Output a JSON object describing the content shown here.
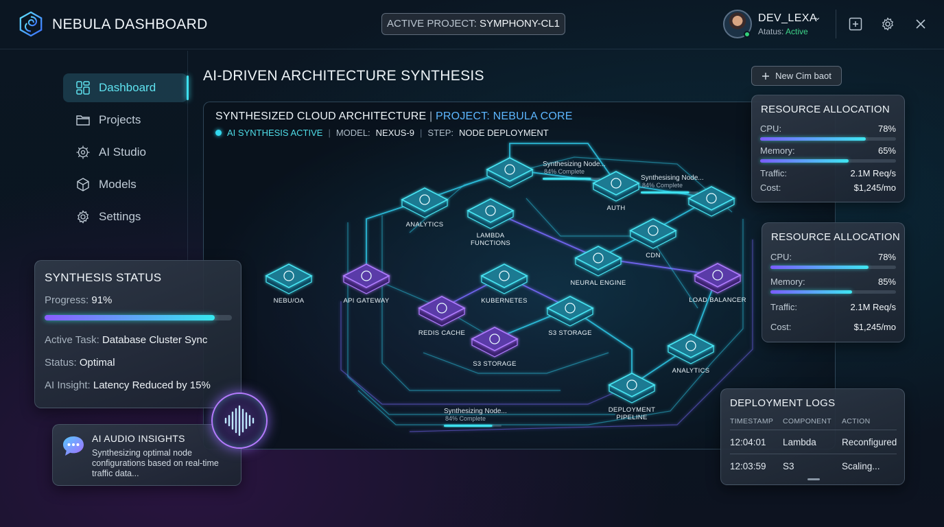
{
  "header": {
    "app_title": "NEBULA DASHBOARD",
    "project_prefix": "ACTIVE PROJECT:",
    "project_name": "SYMPHONY-CL1",
    "user": {
      "name": "DEV_LEXA",
      "status_prefix": "Atatus:",
      "status_value": "Active"
    }
  },
  "sidebar": {
    "items": [
      {
        "label": "Dashboard",
        "icon": "dashboard-icon",
        "active": true
      },
      {
        "label": "Projects",
        "icon": "folder-icon",
        "active": false
      },
      {
        "label": "AI Studio",
        "icon": "cog-chip-icon",
        "active": false
      },
      {
        "label": "Models",
        "icon": "cube-icon",
        "active": false
      },
      {
        "label": "Settings",
        "icon": "gear-icon",
        "active": false
      }
    ]
  },
  "main": {
    "title": "AI-DRIVEN ARCHITECTURE SYNTHESIS",
    "new_button": "New Cim baot"
  },
  "canvas": {
    "heading": "SYNTHESIZED CLOUD ARCHITECTURE",
    "project": "PROJECT: NEBULA CORE",
    "status": "AI SYNTHESIS ACTIVE",
    "model_prefix": "MODEL:",
    "model": "NEXUS-9",
    "step_prefix": "STEP:",
    "step": "NODE DEPLOYMENT",
    "nodes": [
      {
        "id": "nebuoa",
        "label": "NEBU/OA",
        "kind": "cyan"
      },
      {
        "id": "api",
        "label": "API GATEWAY",
        "kind": "purple"
      },
      {
        "id": "analytics1",
        "label": "ANALYTICS",
        "kind": "cyan"
      },
      {
        "id": "top",
        "label": "",
        "kind": "cyan"
      },
      {
        "id": "lambda",
        "label": "LAMBDA FUNCTIONS",
        "kind": "cyan"
      },
      {
        "id": "auth",
        "label": "AUTH",
        "kind": "cyan"
      },
      {
        "id": "db",
        "label": "",
        "kind": "cyan"
      },
      {
        "id": "cdn",
        "label": "CDN",
        "kind": "cyan"
      },
      {
        "id": "kube",
        "label": "KUBERNETES",
        "kind": "cyan"
      },
      {
        "id": "neural",
        "label": "NEURAL ENGINE",
        "kind": "cyan"
      },
      {
        "id": "lb",
        "label": "LOAD BALANCER",
        "kind": "purple"
      },
      {
        "id": "redis",
        "label": "REDIS CACHE",
        "kind": "purple"
      },
      {
        "id": "s3a",
        "label": "S3 STORAGE",
        "kind": "cyan"
      },
      {
        "id": "s3b",
        "label": "S3 STORAGE",
        "kind": "purple"
      },
      {
        "id": "analytics2",
        "label": "ANALYTICS",
        "kind": "cyan"
      },
      {
        "id": "deploy",
        "label": "DEPLOYMENT PIPELINE",
        "kind": "cyan"
      }
    ],
    "progress_tags": [
      {
        "title": "Synthesizing Node...",
        "sub": "84% Complete",
        "fill": 0.84
      },
      {
        "title": "Synthesising Node...",
        "sub": "84% Complete",
        "fill": 0.84
      },
      {
        "title": "Synthesizing Node...",
        "sub": "84% Complete",
        "fill": 0.84
      }
    ]
  },
  "resource_panels": [
    {
      "title": "RESOURCE ALLOCATION",
      "cpu_label": "CPU:",
      "cpu_value": "78%",
      "cpu_fill": 0.78,
      "memory_label": "Memory:",
      "memory_value": "65%",
      "memory_fill": 0.65,
      "traffic_label": "Traffic:",
      "traffic_value": "2.1M Req/s",
      "cost_label": "Cost:",
      "cost_value": "$1,245/mo"
    },
    {
      "title": "RESOURCE ALLOCATION",
      "cpu_label": "CPU:",
      "cpu_value": "78%",
      "cpu_fill": 0.78,
      "memory_label": "Memory:",
      "memory_value": "85%",
      "memory_fill": 0.65,
      "traffic_label": "Traffic:",
      "traffic_value": "2.1M Req/s",
      "cost_label": "Cost:",
      "cost_value": "$1,245/mo"
    }
  ],
  "synthesis": {
    "title": "SYNTHESIS STATUS",
    "progress_label": "Progress:",
    "progress_value": "91%",
    "progress_fill": 0.91,
    "task_label": "Active Task:",
    "task_value": "Database Cluster Sync",
    "status_label": "Status:",
    "status_value": "Optimal",
    "insight_label": "AI Insight:",
    "insight_value": "Latency Reduced by 15%"
  },
  "audio": {
    "title": "AI AUDIO INSIGHTS",
    "text": "Synthesizing optimal node configurations based on real-time traffic data..."
  },
  "logs": {
    "title": "DEPLOYMENT LOGS",
    "columns": [
      "TIMESTAMP",
      "COMPONENT",
      "ACTION"
    ],
    "rows": [
      [
        "12:04:01",
        "Lambda",
        "Reconfigured"
      ],
      [
        "12:03:59",
        "S3",
        "Scaling..."
      ]
    ]
  },
  "colors": {
    "accent_cyan": "#3ee0ee",
    "accent_purple": "#9b6bff",
    "status_green": "#3fd68a",
    "project_blue": "#5db7ff"
  }
}
